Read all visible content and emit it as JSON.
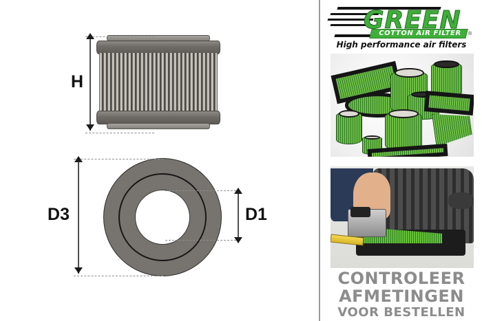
{
  "diagram": {
    "side_view": {
      "name": "air filter side view",
      "height_label": "H"
    },
    "top_view": {
      "name": "air filter top view",
      "outer_diameter_label": "D3",
      "inner_diameter_label": "D1"
    }
  },
  "brand": {
    "name": "GREEN",
    "subtitle": "COTTON AIR FILTER",
    "registered_mark": "®",
    "tagline": "High performance air filters",
    "green_hex": "#3fae3a"
  },
  "photos": {
    "filters_range_alt": "Green cotton air filters product range",
    "measuring_alt": "Hand measuring green panel filter in airbox with tape measure"
  },
  "callout": {
    "line1": "CONTROLEER",
    "line2": "AFMETINGEN",
    "line3": "VOOR BESTELLEN",
    "text_hex": "#8c8c8c"
  }
}
